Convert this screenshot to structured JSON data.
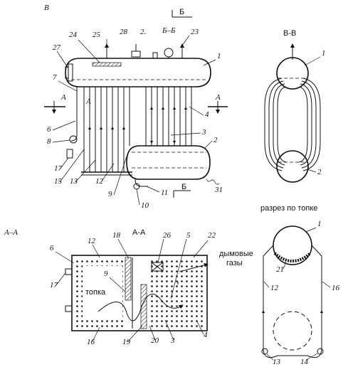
{
  "views": {
    "top_view_label": "В",
    "section_bb_top": "Б–Б",
    "section_b_top_small": "Б",
    "section_b_bottom": "Б",
    "side_view_title": "В-В",
    "section_aa_left": "А–А",
    "section_aa_center": "А-А",
    "furnace_section_title": "разрез по топке",
    "arrow_a_left": "А",
    "arrow_a_right": "А",
    "arrow_a_inner": "А"
  },
  "text_labels": {
    "furnace": "топка",
    "flue_gases_1": "дымовые",
    "flue_gases_2": "газы"
  },
  "callouts_top": [
    "24",
    "25",
    "28",
    "2.",
    "23",
    "27",
    "1",
    "7",
    "6",
    "8",
    "17",
    "15",
    "13",
    "12",
    "9",
    "10",
    "11",
    "31",
    "4",
    "3",
    "2"
  ],
  "callouts_side": [
    "1",
    "2"
  ],
  "callouts_aa": [
    "12",
    "18",
    "26",
    "5",
    "22",
    "6",
    "9",
    "17",
    "16",
    "19",
    "20",
    "3",
    "4"
  ],
  "callouts_furnace": [
    "1",
    "21",
    "12",
    "16",
    "13",
    "14"
  ]
}
